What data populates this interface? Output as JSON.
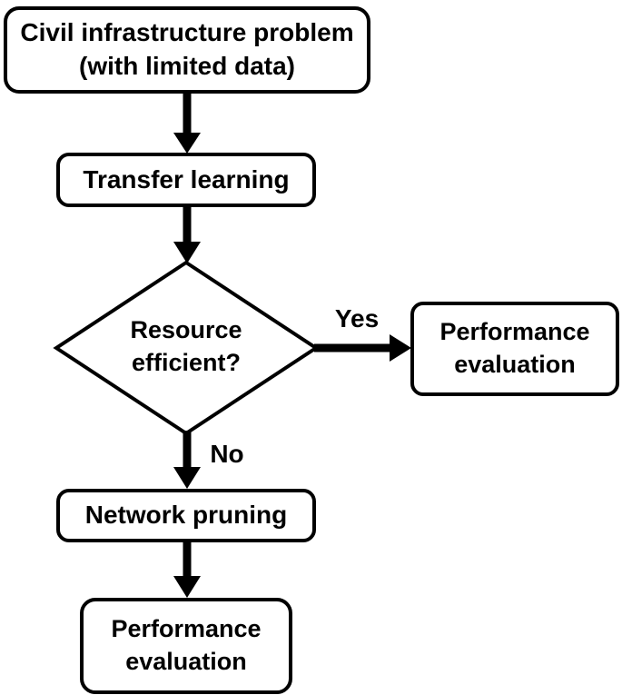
{
  "diagram": {
    "type": "flowchart",
    "background_color": "#ffffff",
    "stroke_color": "#000000",
    "text_color": "#000000",
    "node_fill_color": "#ffffff",
    "nodes": {
      "problem": {
        "shape": "rounded-rect",
        "line1": "Civil infrastructure problem",
        "line2": "(with limited data)"
      },
      "transfer_learning": {
        "shape": "rounded-rect",
        "label": "Transfer learning"
      },
      "decision": {
        "shape": "diamond",
        "line1": "Resource",
        "line2": "efficient?"
      },
      "performance_evaluation_right": {
        "shape": "rounded-rect",
        "line1": "Performance",
        "line2": "evaluation"
      },
      "network_pruning": {
        "shape": "rounded-rect",
        "label": "Network pruning"
      },
      "performance_evaluation_bottom": {
        "shape": "rounded-rect",
        "line1": "Performance",
        "line2": "evaluation"
      }
    },
    "edge_labels": {
      "yes": "Yes",
      "no": "No"
    }
  }
}
